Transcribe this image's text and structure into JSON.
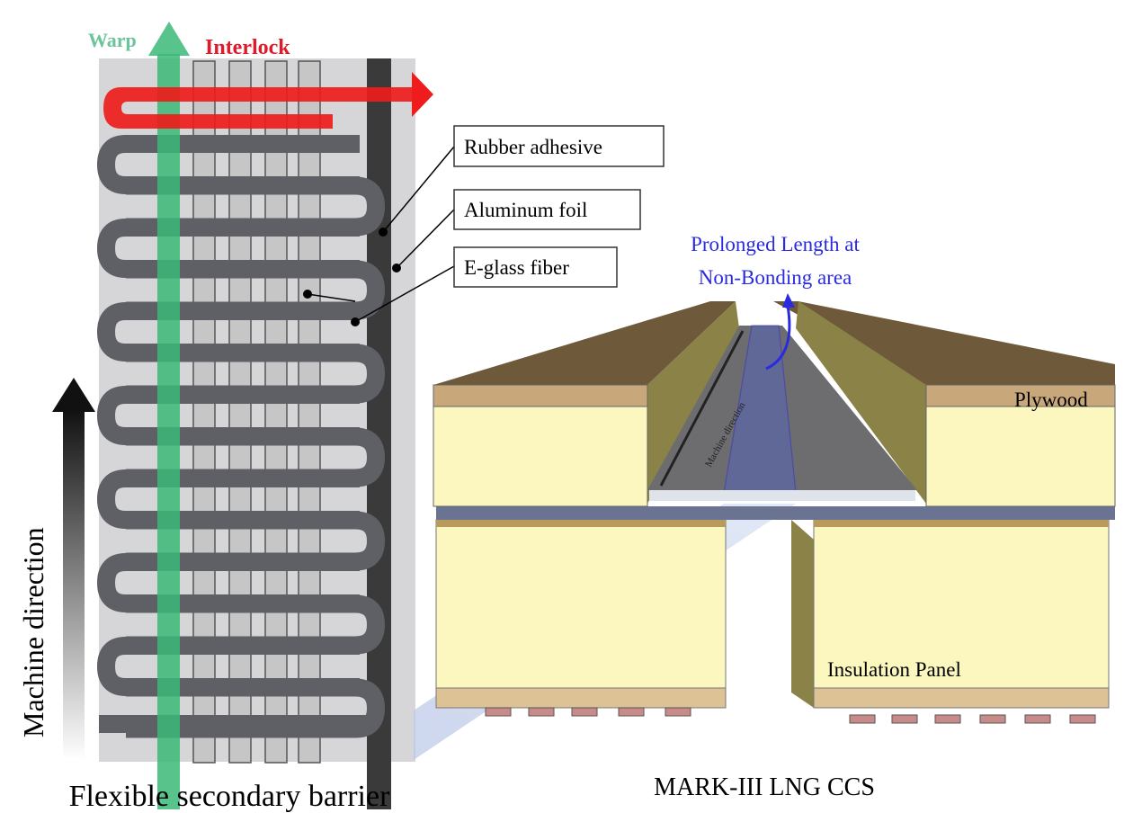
{
  "left_panel": {
    "warp_label": "Warp",
    "interlock_label": "Interlock",
    "machine_direction_label": "Machine direction",
    "caption": "Flexible secondary barrier",
    "callouts": [
      "Rubber adhesive",
      "Aluminum foil",
      "E-glass fiber"
    ]
  },
  "right_panel": {
    "annotation_line1": "Prolonged Length at",
    "annotation_line2": "Non-Bonding area",
    "membrane_label": "Machine direction",
    "plywood_label": "Plywood",
    "insulation_label": "Insulation Panel",
    "caption": "MARK-III LNG CCS"
  },
  "colors": {
    "warp": "#3cb878",
    "interlock": "#ee1c1c",
    "annotation": "#2a2ae0",
    "plywood_top": "#6e5a3a",
    "insulation": "#fbf7bf"
  }
}
